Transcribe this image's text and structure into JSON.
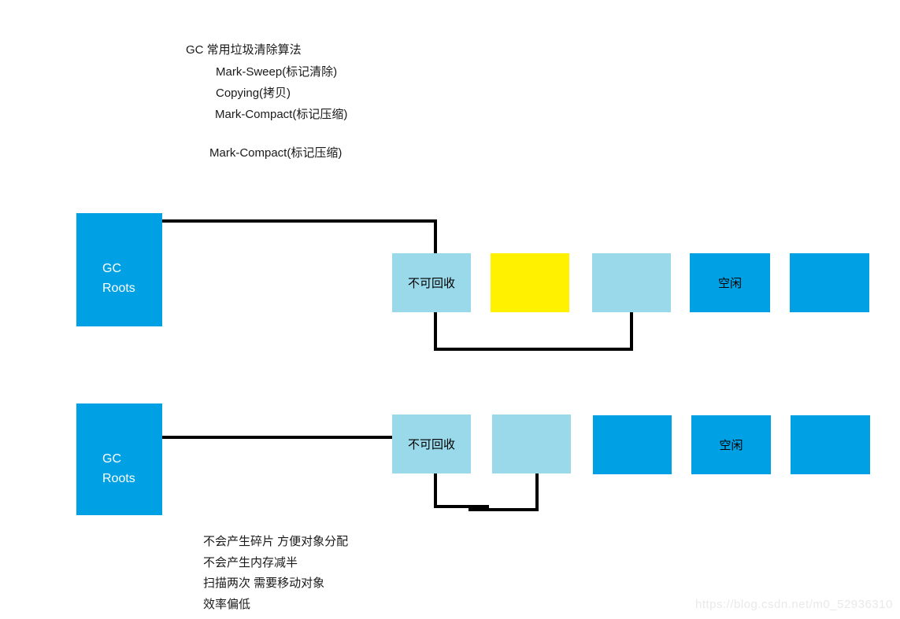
{
  "colors": {
    "bright_blue": "#00A0E4",
    "light_blue": "#99D9EA",
    "yellow": "#FFF100",
    "line_black": "#000000",
    "watermark_gray": "#E9E9E9"
  },
  "header_notes": {
    "line1": "GC 常用垃圾清除算法",
    "line2": "Mark-Sweep(标记清除)",
    "line3": "Copying(拷贝)",
    "line4": "Mark-Compact(标记压缩)",
    "line5": "Mark-Compact(标记压缩)"
  },
  "diagram1": {
    "gc_roots": {
      "line1": "GC",
      "line2": "Roots"
    },
    "blocks": [
      {
        "label": "不可回收",
        "fill": "light_blue"
      },
      {
        "label": "",
        "fill": "yellow"
      },
      {
        "label": "",
        "fill": "light_blue"
      },
      {
        "label": "空闲",
        "fill": "bright_blue"
      },
      {
        "label": "",
        "fill": "bright_blue"
      }
    ]
  },
  "diagram2": {
    "gc_roots": {
      "line1": "GC",
      "line2": "Roots"
    },
    "blocks": [
      {
        "label": "不可回收",
        "fill": "light_blue"
      },
      {
        "label": "",
        "fill": "light_blue"
      },
      {
        "label": "",
        "fill": "bright_blue"
      },
      {
        "label": "空闲",
        "fill": "bright_blue"
      },
      {
        "label": "",
        "fill": "bright_blue"
      }
    ]
  },
  "footer_notes": {
    "line1": "不会产生碎片 方便对象分配",
    "line2": "不会产生内存减半",
    "line3": "扫描两次 需要移动对象",
    "line4": "效率偏低"
  },
  "watermark": "https://blog.csdn.net/m0_52936310"
}
